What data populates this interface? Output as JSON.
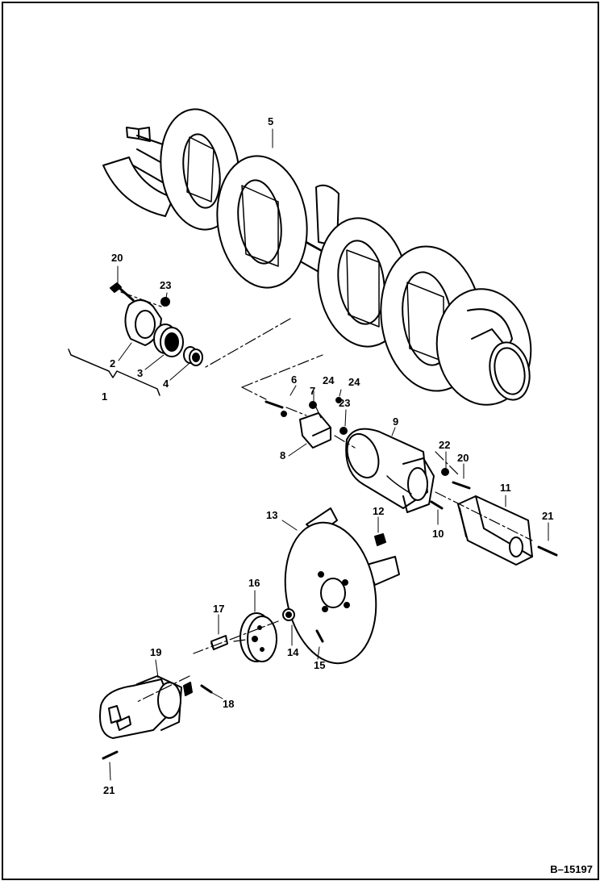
{
  "figure_id": "B–15197",
  "callouts": [
    {
      "key": "c5",
      "text": "5"
    },
    {
      "key": "c20a",
      "text": "20"
    },
    {
      "key": "c23a",
      "text": "23"
    },
    {
      "key": "c2",
      "text": "2"
    },
    {
      "key": "c3",
      "text": "3"
    },
    {
      "key": "c4",
      "text": "4"
    },
    {
      "key": "c1",
      "text": "1"
    },
    {
      "key": "c6",
      "text": "6"
    },
    {
      "key": "c24a",
      "text": "24"
    },
    {
      "key": "c24b",
      "text": "24"
    },
    {
      "key": "c7",
      "text": "7"
    },
    {
      "key": "c23b",
      "text": "23"
    },
    {
      "key": "c8",
      "text": "8"
    },
    {
      "key": "c9",
      "text": "9"
    },
    {
      "key": "c22",
      "text": "22"
    },
    {
      "key": "c20b",
      "text": "20"
    },
    {
      "key": "c11",
      "text": "11"
    },
    {
      "key": "c10",
      "text": "10"
    },
    {
      "key": "c21a",
      "text": "21"
    },
    {
      "key": "c13",
      "text": "13"
    },
    {
      "key": "c12",
      "text": "12"
    },
    {
      "key": "c16",
      "text": "16"
    },
    {
      "key": "c17",
      "text": "17"
    },
    {
      "key": "c14",
      "text": "14"
    },
    {
      "key": "c15",
      "text": "15"
    },
    {
      "key": "c19",
      "text": "19"
    },
    {
      "key": "c18",
      "text": "18"
    },
    {
      "key": "c21b",
      "text": "21"
    }
  ]
}
